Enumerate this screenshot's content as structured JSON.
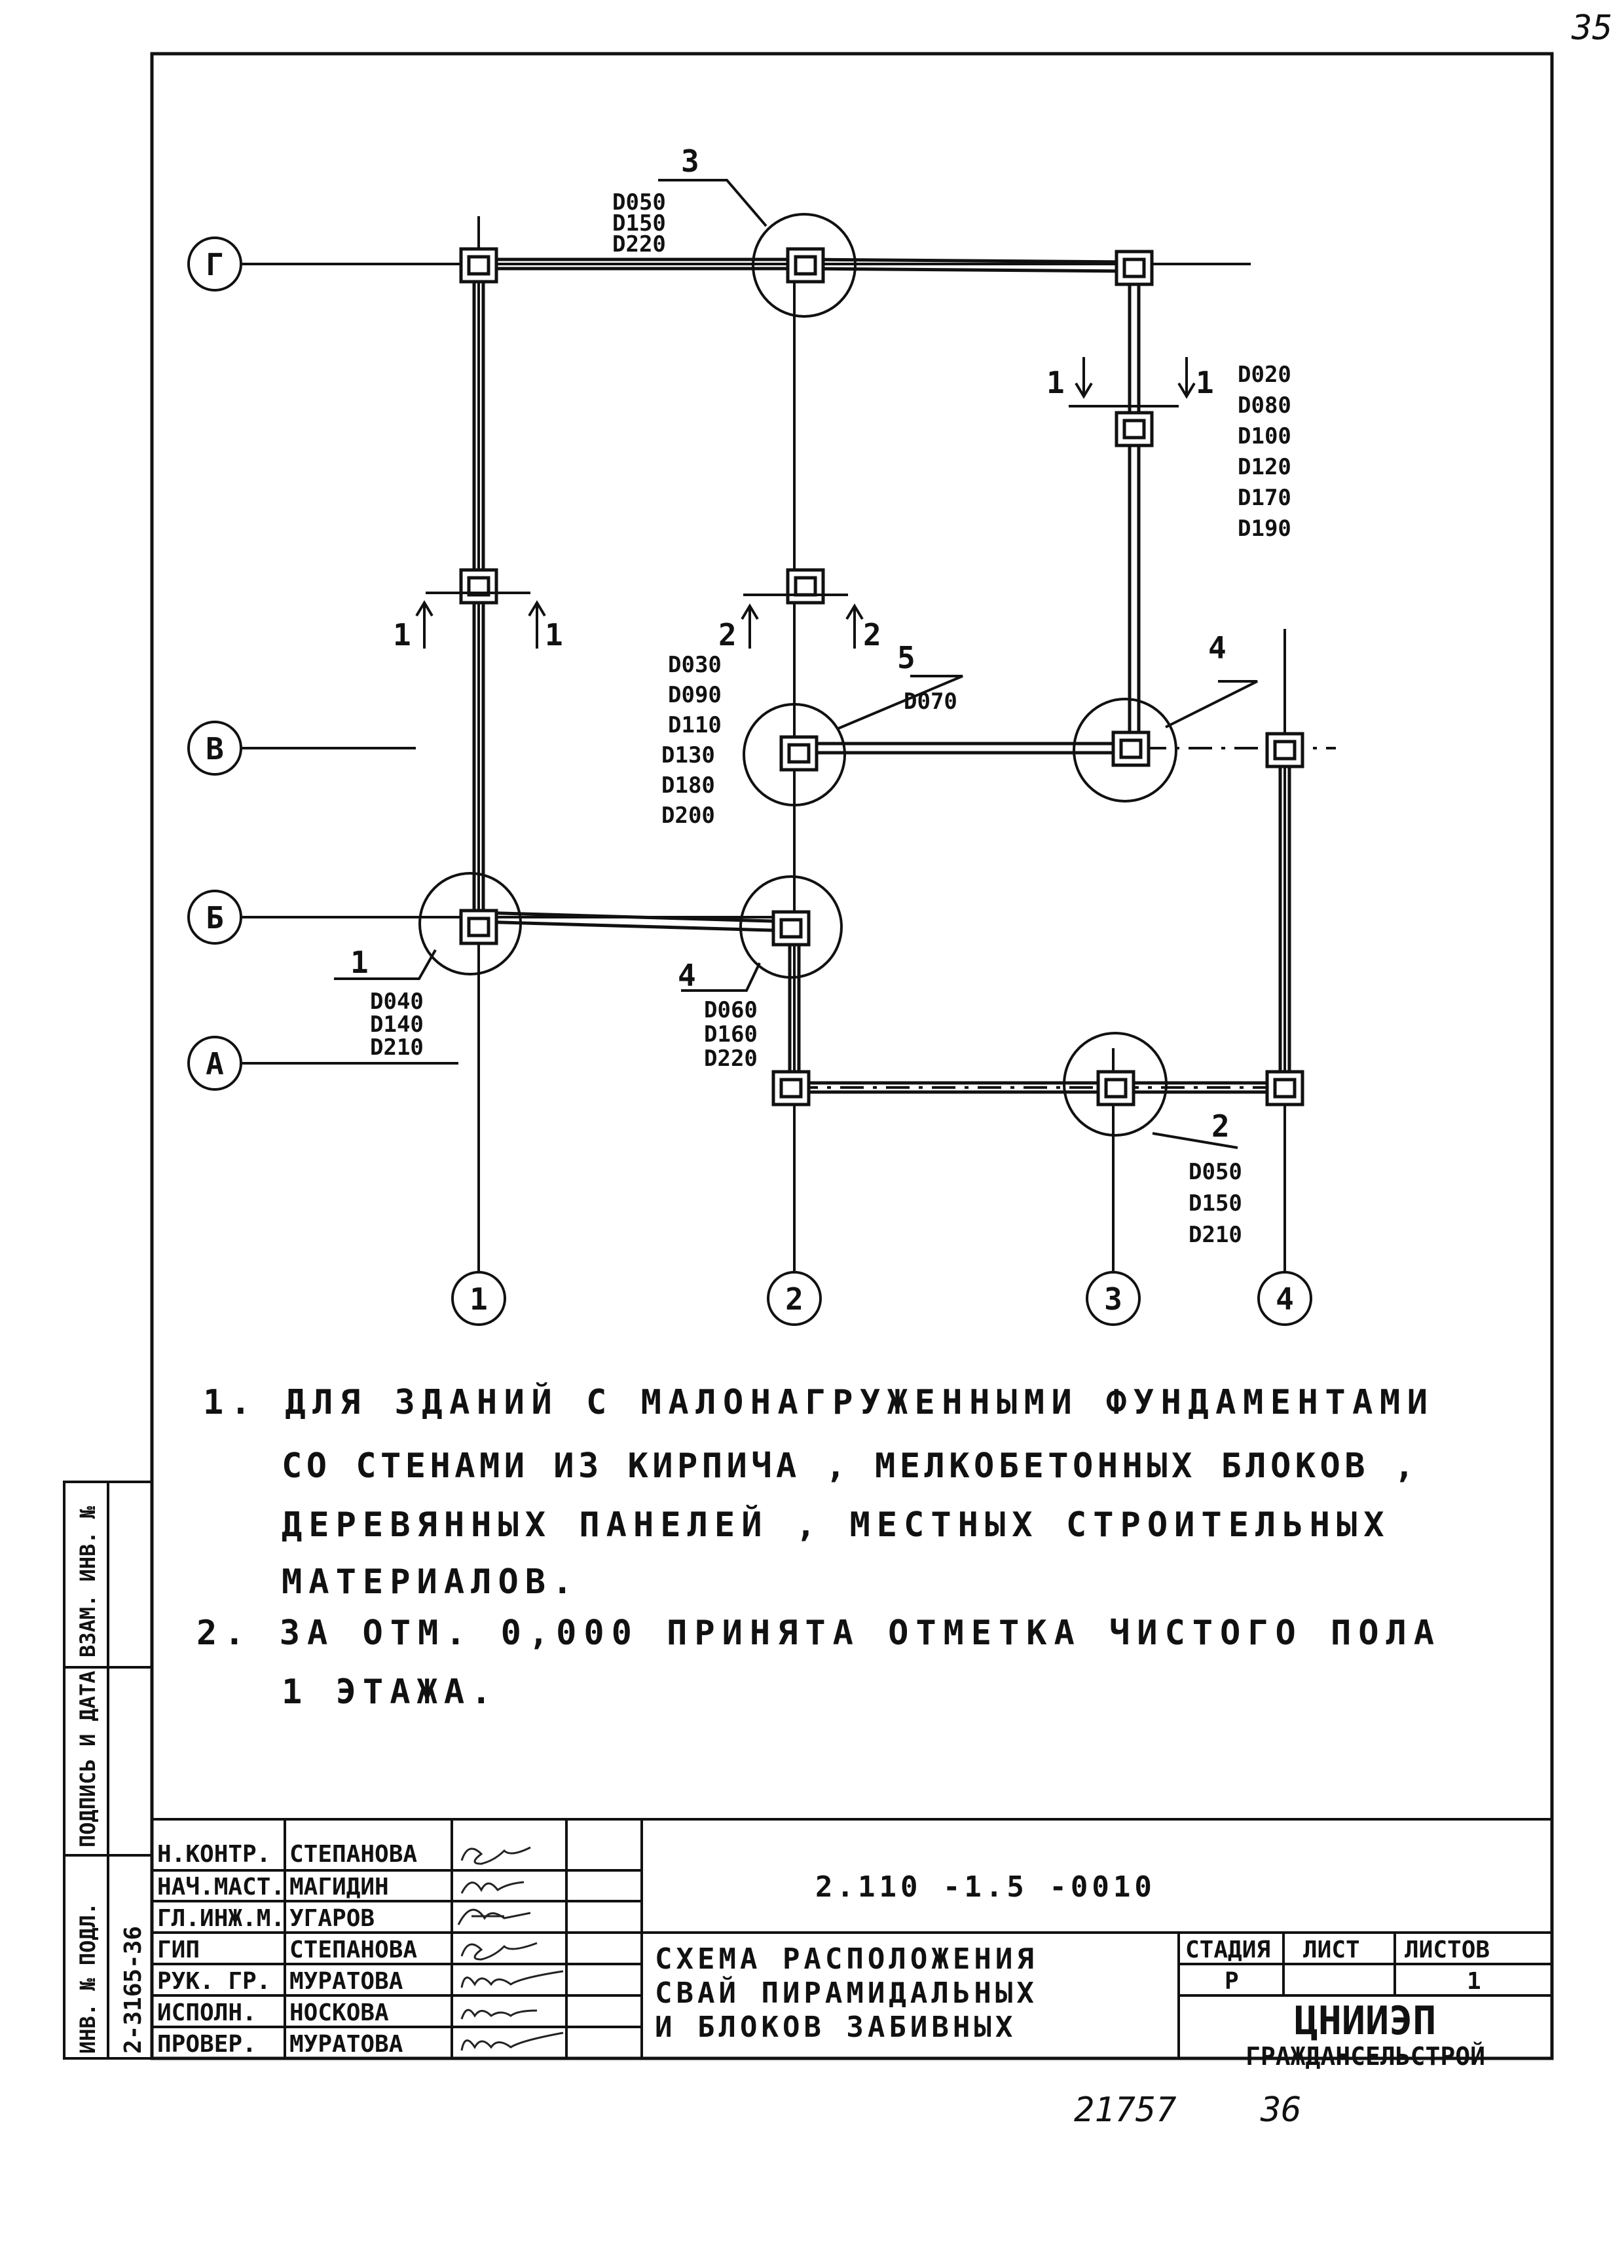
{
  "sheet": {
    "page_number": "35"
  },
  "plan": {
    "rows": [
      "Г",
      "В",
      "Б",
      "А"
    ],
    "columns": [
      "1",
      "2",
      "3",
      "4"
    ],
    "callouts": [
      {
        "id": "3",
        "codes": [
          "D050",
          "D150",
          "D220"
        ]
      },
      {
        "id": "1",
        "codes": [
          "D040",
          "D140",
          "D210"
        ]
      },
      {
        "id": "4",
        "codes": [
          "D060",
          "D160",
          "D220"
        ]
      },
      {
        "id": "5",
        "codes": [
          "D070"
        ]
      },
      {
        "id": "4",
        "codes": []
      },
      {
        "id": "2",
        "codes": [
          "D050",
          "D150",
          "D210"
        ]
      }
    ],
    "codes_group_a": [
      "D020",
      "D080",
      "D100",
      "D120",
      "D170",
      "D190"
    ],
    "codes_group_b": [
      "D030",
      "D090",
      "D110",
      "D130",
      "D180",
      "D200"
    ],
    "sections": {
      "s1": "1",
      "s2": "2"
    }
  },
  "notes": [
    "1.  ДЛЯ  ЗДАНИЙ  С  МАЛОНАГРУЖЕННЫМИ  ФУНДАМЕНТАМИ",
    "СО  СТЕНАМИ  ИЗ  КИРПИЧА , МЕЛКОБЕТОННЫХ  БЛОКОВ ,",
    "ДЕРЕВЯННЫХ  ПАНЕЛЕЙ , МЕСТНЫХ  СТРОИТЕЛЬНЫХ",
    "МАТЕРИАЛОВ.",
    "2.  ЗА  ОТМ. 0,000  ПРИНЯТА  ОТМЕТКА  ЧИСТОГО  ПОЛА",
    "1 ЭТАЖА."
  ],
  "side_stamp": {
    "inv_podl": "ИНВ. № ПОДЛ.",
    "podpis": "ПОДПИСЬ И ДАТА",
    "vzam": "ВЗАМ. ИНВ. №",
    "inv_value": "2-3165-36"
  },
  "title_block": {
    "code": "2.110 -1.5 -0010",
    "roles": [
      {
        "role": "Н.КОНТР.",
        "name": "СТЕПАНОВА"
      },
      {
        "role": "НАЧ.МАСТ.",
        "name": "МАГИДИН"
      },
      {
        "role": "ГЛ.ИНЖ.М.",
        "name": "УГАРОВ"
      },
      {
        "role": "ГИП",
        "name": "СТЕПАНОВА"
      },
      {
        "role": "РУК. ГР.",
        "name": "МУРАТОВА"
      },
      {
        "role": "ИСПОЛН.",
        "name": "НОСКОВА"
      },
      {
        "role": "ПРОВЕР.",
        "name": "МУРАТОВА"
      }
    ],
    "title_lines": [
      "СХЕМА  РАСПОЛОЖЕНИЯ",
      "СВАЙ  ПИРАМИДАЛЬНЫХ",
      "И  БЛОКОВ  ЗАБИВНЫХ"
    ],
    "stage_label": "СТАДИЯ",
    "sheet_label": "ЛИСТ",
    "sheets_label": "ЛИСТОВ",
    "stage_value": "Р",
    "sheet_value": "",
    "sheets_value": "1",
    "org_line1": "ЦНИИЭП",
    "org_line2": "ГРАЖДАНСЕЛЬСТРОЙ"
  },
  "footer": {
    "stamp1": "21757",
    "stamp2": "36"
  }
}
